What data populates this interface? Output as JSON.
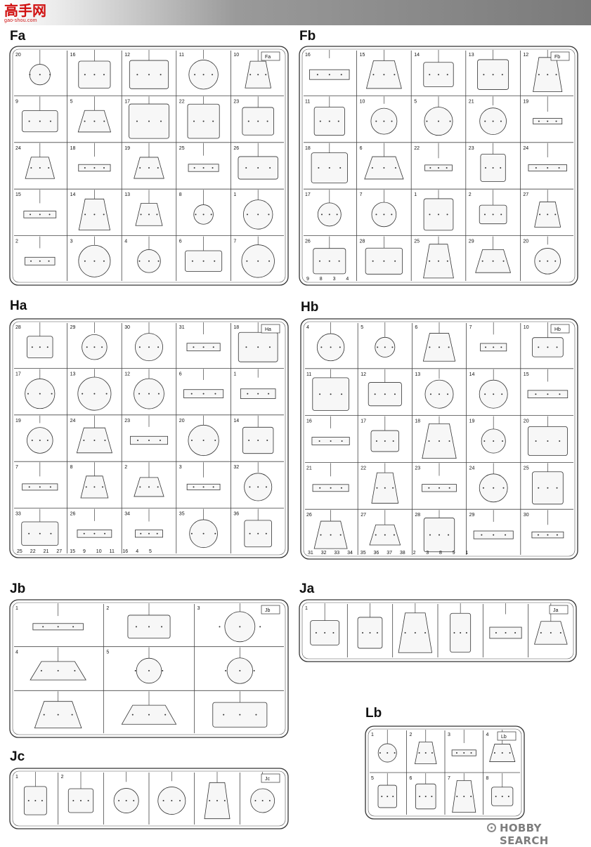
{
  "logo": {
    "text": "高手网",
    "subtext": "gao-shou.com"
  },
  "watermark": {
    "text": "HOBBY SEARCH",
    "icon": "hobby-search-icon"
  },
  "sprues": {
    "Fa": {
      "label": "Fa",
      "tag": "Fa",
      "part_numbers": [
        "20",
        "16",
        "12",
        "11",
        "10",
        "9",
        "5",
        "17",
        "22",
        "23",
        "24",
        "18",
        "19",
        "25",
        "26",
        "15",
        "14",
        "13",
        "8",
        "1",
        "2",
        "3",
        "4",
        "6",
        "7"
      ]
    },
    "Fb": {
      "label": "Fb",
      "tag": "Fb",
      "part_numbers": [
        "16",
        "15",
        "14",
        "13",
        "12",
        "11",
        "10",
        "5",
        "21",
        "19",
        "18",
        "6",
        "22",
        "23",
        "24",
        "17",
        "7",
        "1",
        "2",
        "27",
        "26",
        "28",
        "25",
        "29",
        "20",
        "9",
        "8",
        "3",
        "4"
      ]
    },
    "Ha": {
      "label": "Ha",
      "tag": "Ha",
      "part_numbers": [
        "28",
        "29",
        "30",
        "31",
        "18",
        "17",
        "13",
        "12",
        "6",
        "1",
        "19",
        "24",
        "23",
        "20",
        "14",
        "7",
        "8",
        "2",
        "3",
        "32",
        "33",
        "26",
        "34",
        "35",
        "36",
        "25",
        "22",
        "21",
        "27",
        "15",
        "9",
        "10",
        "11",
        "16",
        "4",
        "5"
      ]
    },
    "Hb": {
      "label": "Hb",
      "tag": "Hb",
      "part_numbers": [
        "4",
        "5",
        "6",
        "7",
        "10",
        "11",
        "12",
        "13",
        "14",
        "15",
        "16",
        "17",
        "18",
        "19",
        "20",
        "21",
        "22",
        "23",
        "24",
        "25",
        "26",
        "27",
        "28",
        "29",
        "30",
        "31",
        "32",
        "33",
        "34",
        "35",
        "36",
        "37",
        "38",
        "2",
        "3",
        "8",
        "9",
        "1"
      ]
    },
    "Jb": {
      "label": "Jb",
      "tag": "Jb",
      "part_numbers": [
        "1",
        "2",
        "3",
        "4",
        "5"
      ]
    },
    "Ja": {
      "label": "Ja",
      "tag": "Ja",
      "part_numbers": [
        "1"
      ]
    },
    "Lb": {
      "label": "Lb",
      "tag": "Lb",
      "part_numbers": [
        "1",
        "2",
        "3",
        "4",
        "5",
        "6",
        "7",
        "8"
      ]
    },
    "Jc": {
      "label": "Jc",
      "tag": "Jc",
      "part_numbers": [
        "1",
        "2"
      ]
    }
  }
}
